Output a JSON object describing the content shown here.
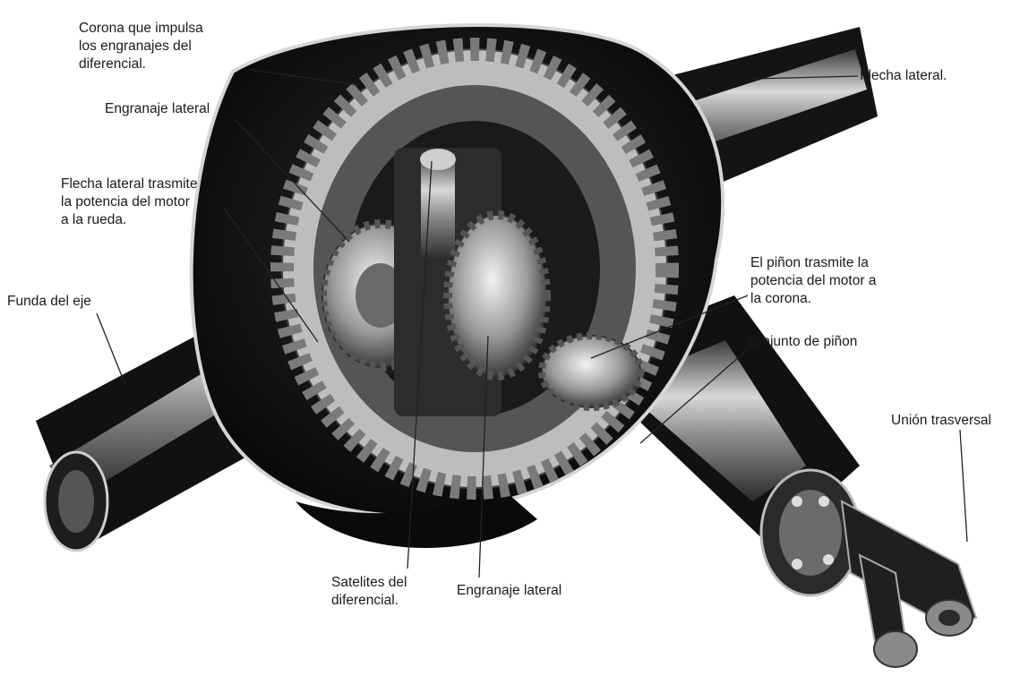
{
  "diagram": {
    "labels": {
      "corona": "Corona que impulsa\nlos engranajes del\ndiferencial.",
      "flecha_lateral_right": "Flecha lateral.",
      "engranaje_lateral_top": "Engranaje lateral",
      "flecha_lateral_trasmite": "Flecha lateral trasmite\nla potencia del motor\na la rueda.",
      "funda_eje": "Funda del eje",
      "pinon_trasmite": "El piñon trasmite la\npotencia del motor a\nla corona.",
      "conjunto_pinon": "conjunto de piñon",
      "union_trasversal": "Unión trasversal",
      "satelites": "Satelites del\ndiferencial.",
      "engranaje_lateral_bottom": "Engranaje lateral"
    }
  }
}
